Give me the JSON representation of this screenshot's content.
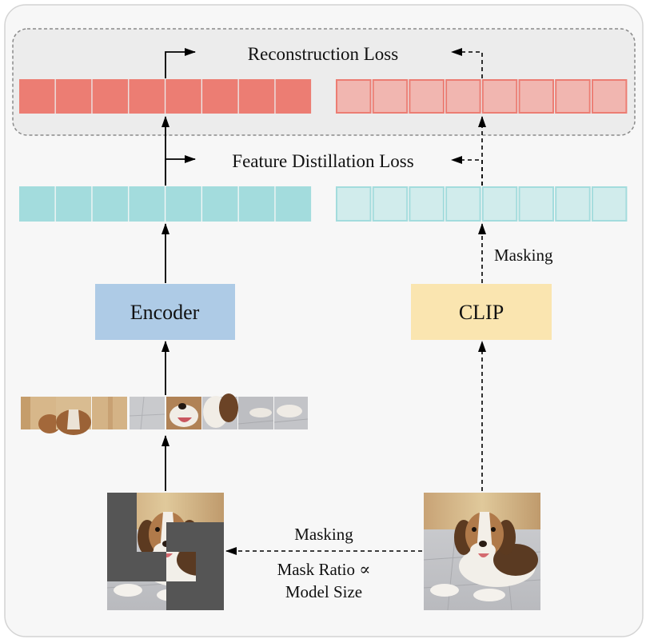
{
  "labels": {
    "reconstruction_loss": "Reconstruction Loss",
    "feature_distillation_loss": "Feature Distillation Loss",
    "encoder": "Encoder",
    "clip": "CLIP",
    "masking_top": "Masking",
    "masking_bottom": "Masking",
    "mask_ratio": "Mask Ratio ∝",
    "model_size": "Model Size"
  },
  "colors": {
    "outer_panel": "#f7f7f7",
    "recon_panel": "#ececec",
    "recon_token": "#ec7d73",
    "recon_token_light": "#f1b6b0",
    "feature_token": "#a3dcdd",
    "feature_token_light": "#d1ecec",
    "encoder": "#aecbe6",
    "clip": "#fae5b0",
    "mask_gray": "#555555"
  },
  "token_rows": {
    "recon_solid_count": 8,
    "recon_light_count": 8,
    "feature_solid_count": 8,
    "feature_light_count": 8,
    "patch_count": 8
  }
}
